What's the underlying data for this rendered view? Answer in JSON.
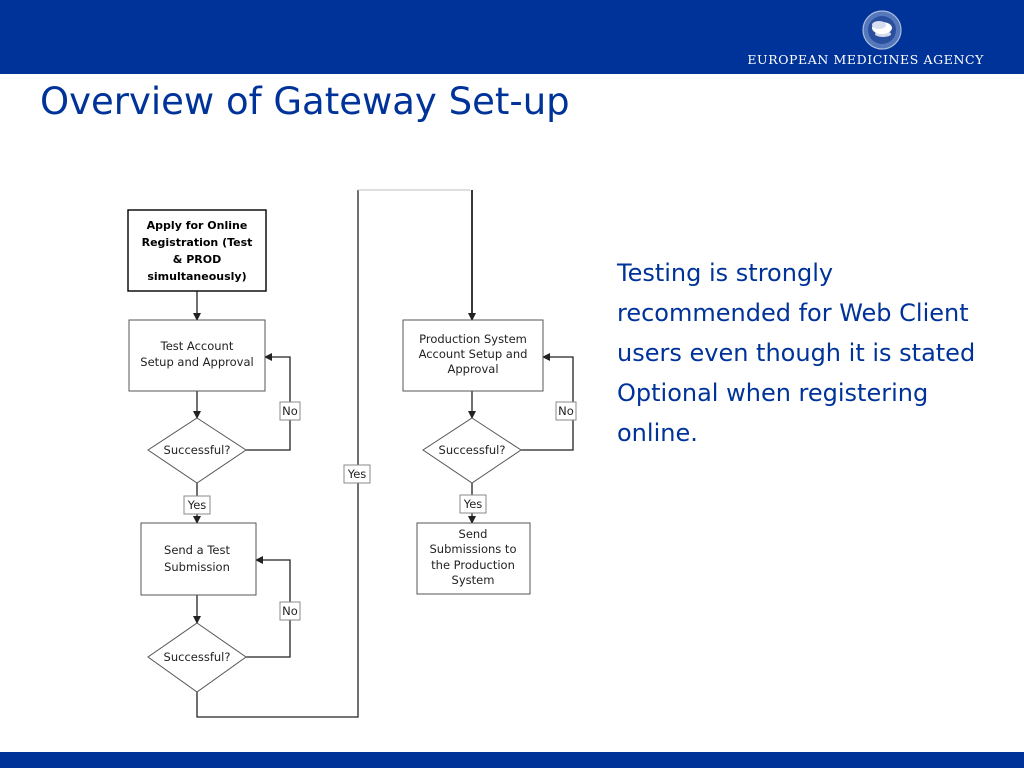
{
  "header": {
    "agency_name": "EUROPEAN MEDICINES AGENCY",
    "logo_icon": "ema-emblem-icon",
    "band_color": "#003399"
  },
  "slide": {
    "title": "Overview of Gateway Set-up",
    "note": "Testing is strongly recommended for Web Client users even though it is stated Optional when registering online.",
    "text_color": "#003399"
  },
  "flowchart": {
    "apply": [
      "Apply for Online",
      "Registration (Test",
      "& PROD",
      "simultaneously)"
    ],
    "test_account": [
      "Test Account",
      "Setup and Approval"
    ],
    "successful_1": "Successful?",
    "no_1": "No",
    "yes_1": "Yes",
    "send_test": [
      "Send a Test",
      "Submission"
    ],
    "successful_2": "Successful?",
    "no_2": "No",
    "yes_middle": "Yes",
    "production": [
      "Production System",
      "Account  Setup and",
      "Approval"
    ],
    "successful_3": "Successful?",
    "no_3": "No",
    "yes_3": "Yes",
    "send_prod": [
      "Send",
      "Submissions to",
      "the Production",
      "System"
    ]
  }
}
